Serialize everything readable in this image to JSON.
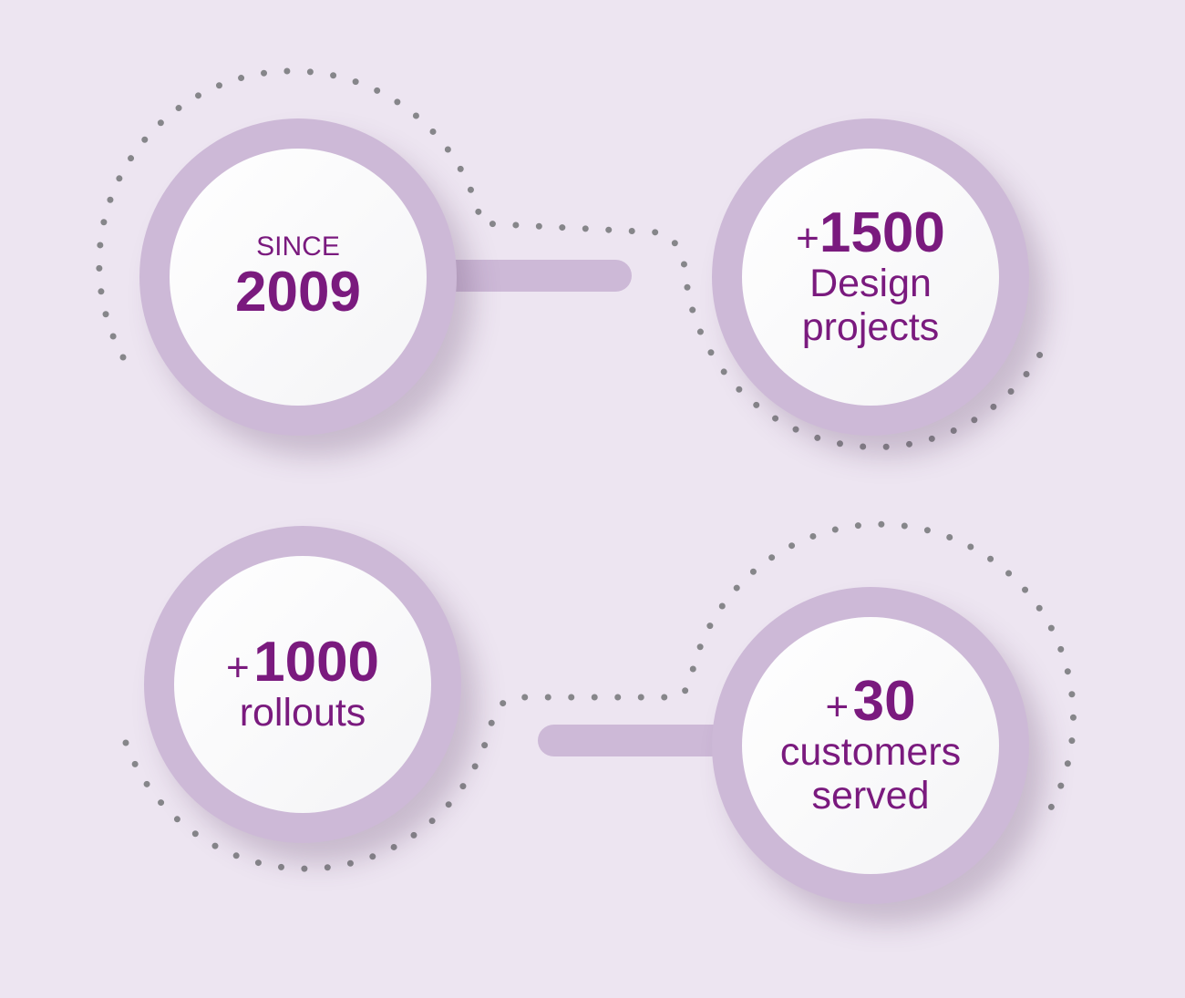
{
  "colors": {
    "background": "#ede5f1",
    "ring": "#cdb9d7",
    "text": "#7a1a7e",
    "dots": "#86868a"
  },
  "stats": [
    {
      "prefix": "SINCE",
      "value": "2009",
      "label": []
    },
    {
      "prefix": "+",
      "value": "1500",
      "label": [
        "Design",
        "projects"
      ]
    },
    {
      "prefix": "+",
      "value": "1000",
      "label": [
        "rollouts"
      ]
    },
    {
      "prefix": "+",
      "value": "30",
      "label": [
        "customers",
        "served"
      ]
    }
  ]
}
